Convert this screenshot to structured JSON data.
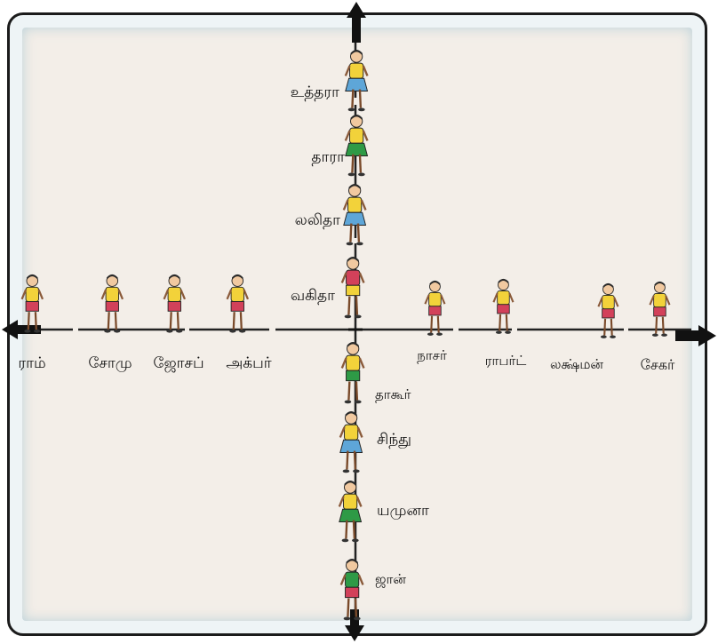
{
  "vertical_axis_names": {
    "above": [
      "உத்தரா",
      "தாரா",
      "லலிதா",
      "வகிதா"
    ],
    "below": [
      "தாகூர்",
      "சிந்து",
      "யமுனா",
      "ஜான்"
    ]
  },
  "horizontal_axis_names": {
    "left": [
      "ராம்",
      "சோமு",
      "ஜோசப்",
      "அக்பர்"
    ],
    "right": [
      "நாசர்",
      "ராபர்ட்",
      "லக்ஷ்மன்",
      "சேகர்"
    ]
  },
  "colors": {
    "border": "#1b1b1b",
    "paper": "#f3eee8",
    "wash": "#cde3ec",
    "axis": "#222222",
    "shirt_yellow": "#f2d23a",
    "shorts_red": "#d2415a",
    "skirt_blue": "#5ea6d8",
    "skirt_green": "#2e9a46",
    "shirt_green": "#2e9a46"
  }
}
